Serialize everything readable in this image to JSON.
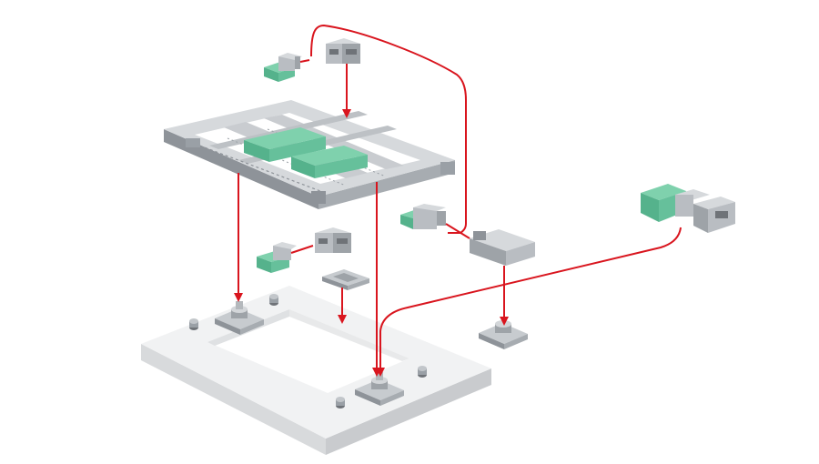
{
  "diagram": {
    "background": "#ffffff",
    "colors": {
      "connector": "#d9151e",
      "metal_light": "#e1e3e6",
      "metal_mid": "#b9bdc2",
      "metal_dark": "#8e9399",
      "green_top": "#7fd1ad",
      "green_side": "#55b28c",
      "base_top": "#f1f2f3",
      "base_side": "#d8dadc"
    },
    "components": [
      "baseplate-frame",
      "pallet-frame",
      "clamping-module-base-left",
      "clamping-module-base-right",
      "clamping-module-standalone",
      "adapter-plate",
      "pneumatic-unit-top",
      "clamp-block-top",
      "pneumatic-unit-middle",
      "clamp-block-middle",
      "pneumatic-unit-right",
      "slide-unit",
      "actuator-assembly"
    ]
  }
}
